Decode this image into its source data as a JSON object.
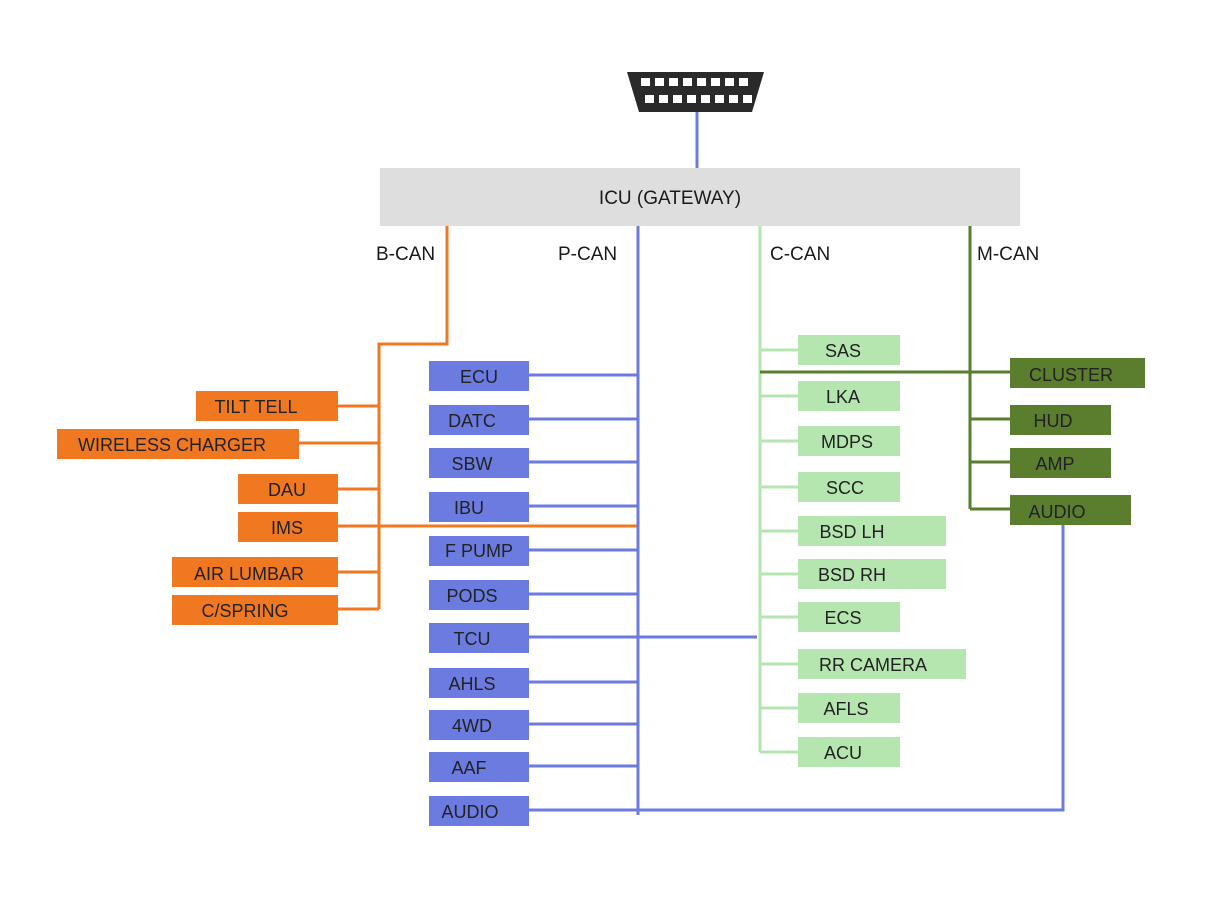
{
  "gateway": {
    "label": "ICU (GATEWAY)"
  },
  "buses": {
    "b_can": {
      "label": "B-CAN",
      "color": "#f07820"
    },
    "p_can": {
      "label": "P-CAN",
      "color": "#6b7be0"
    },
    "c_can": {
      "label": "C-CAN",
      "color": "#b6e6b0"
    },
    "m_can": {
      "label": "M-CAN",
      "color": "#5a7d2e"
    }
  },
  "b_can_modules": [
    "TILT TELL",
    "WIRELESS CHARGER",
    "DAU",
    "IMS",
    "AIR LUMBAR",
    "C/SPRING"
  ],
  "p_can_modules": [
    "ECU",
    "DATC",
    "SBW",
    "IBU",
    "F PUMP",
    "PODS",
    "TCU",
    "AHLS",
    "4WD",
    "AAF",
    "AUDIO"
  ],
  "c_can_modules": [
    "SAS",
    "LKA",
    "MDPS",
    "SCC",
    "BSD LH",
    "BSD RH",
    "ECS",
    "RR CAMERA",
    "AFLS",
    "ACU"
  ],
  "m_can_modules": [
    "CLUSTER",
    "HUD",
    "AMP",
    "AUDIO"
  ],
  "connector": {
    "icon": "obd-connector-icon"
  }
}
